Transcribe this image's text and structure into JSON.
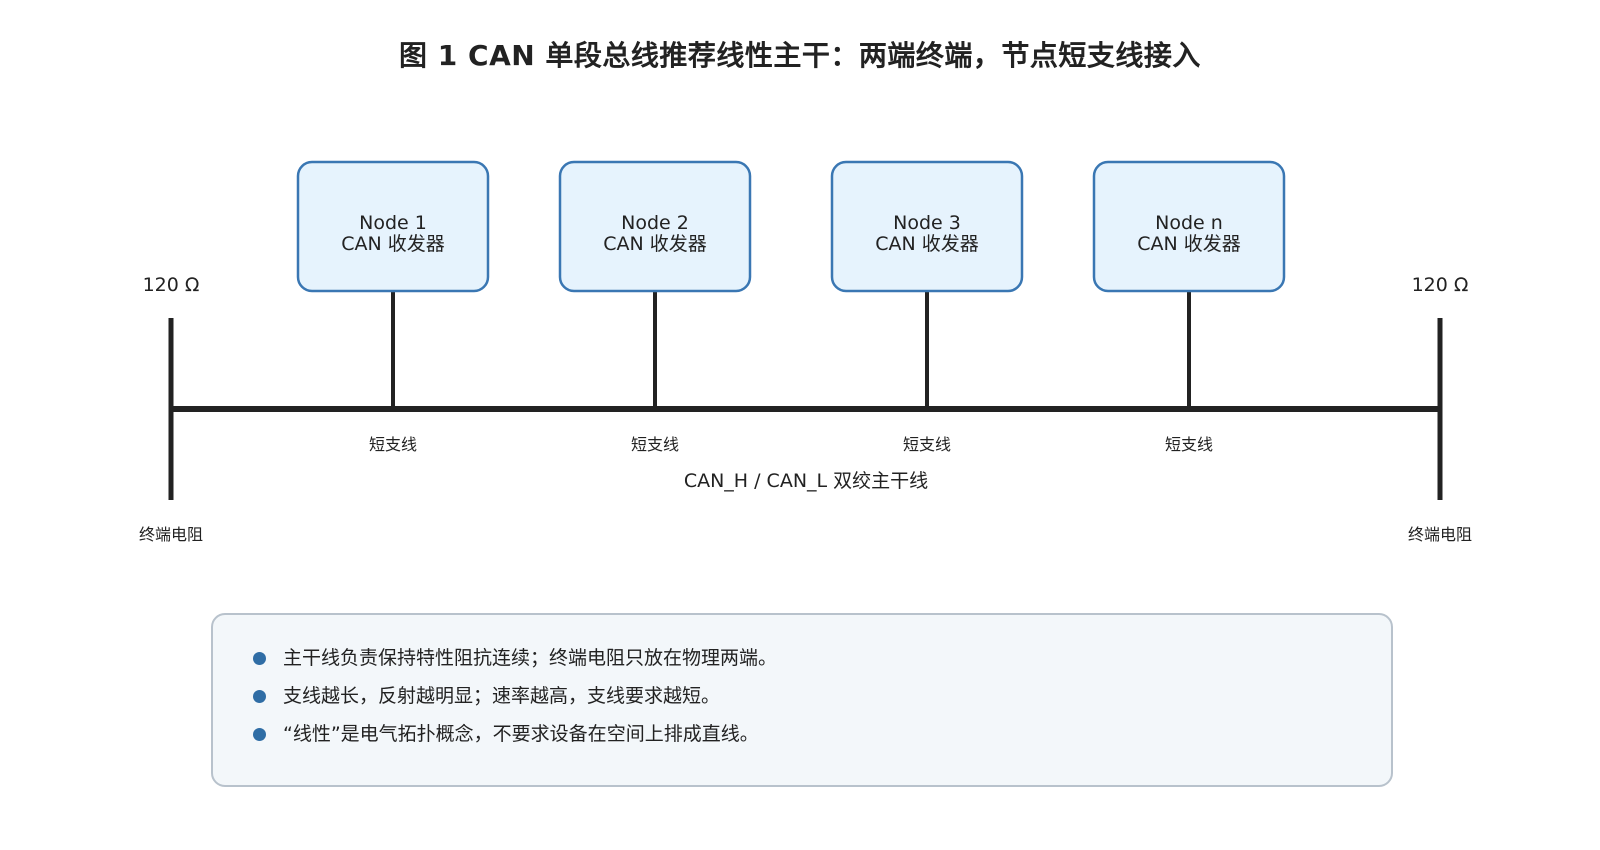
{
  "title": "图 1  CAN 单段总线推荐线性主干：两端终端，节点短支线接入",
  "nodes": [
    {
      "name": "Node 1",
      "sub": "CAN 收发器",
      "stub_label": "短支线"
    },
    {
      "name": "Node 2",
      "sub": "CAN 收发器",
      "stub_label": "短支线"
    },
    {
      "name": "Node 3",
      "sub": "CAN 收发器",
      "stub_label": "短支线"
    },
    {
      "name": "Node n",
      "sub": "CAN 收发器",
      "stub_label": "短支线"
    }
  ],
  "terminators": [
    {
      "value": "120 Ω",
      "label": "终端电阻"
    },
    {
      "value": "120 Ω",
      "label": "终端电阻"
    }
  ],
  "trunk_label": "CAN_H / CAN_L 双绞主干线",
  "notes": [
    "主干线负责保持特性阻抗连续；终端电阻只放在物理两端。",
    "支线越长，反射越明显；速率越高，支线要求越短。",
    "“线性”是电气拓扑概念，不要求设备在空间上排成直线。"
  ],
  "colors": {
    "node_fill": "#e6f3fd",
    "node_stroke": "#3a77b3",
    "line": "#222222",
    "bullet": "#2f6da5",
    "note_bg": "#f3f7fa",
    "note_border": "#b8c2cc"
  }
}
